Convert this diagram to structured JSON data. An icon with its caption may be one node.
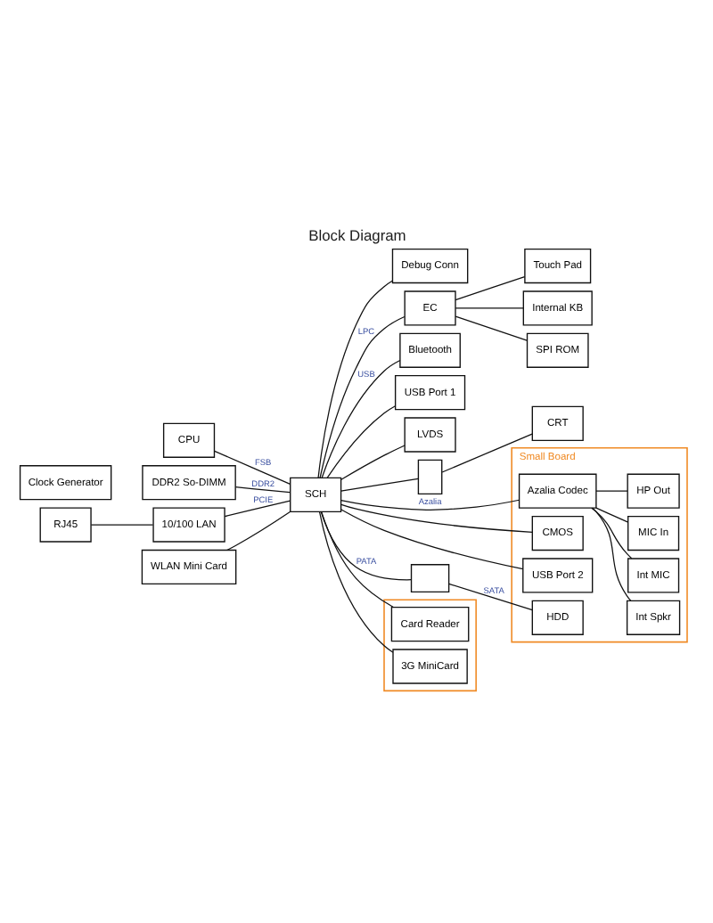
{
  "diagram": {
    "title": "Block Diagram",
    "nodes": [
      {
        "text": [
          "CPU"
        ]
      },
      {
        "text": [
          "Clock Generator"
        ]
      },
      {
        "text": [
          "DDR2 So-DIMM"
        ]
      },
      {
        "text": [
          "SCH"
        ]
      },
      {
        "text": [
          "RJ45"
        ]
      },
      {
        "text": [
          "10/100 LAN"
        ]
      },
      {
        "text": [
          "WLAN Mini Card"
        ]
      },
      {
        "text": [
          "Debug Conn"
        ]
      },
      {
        "text": [
          "EC"
        ]
      },
      {
        "text": [
          "Touch Pad"
        ]
      },
      {
        "text": [
          "Internal KB"
        ]
      },
      {
        "text": [
          "SPI ROM"
        ]
      },
      {
        "text": [
          "Bluetooth"
        ]
      },
      {
        "text": [
          "USB Port 1"
        ]
      },
      {
        "text": [
          "LVDS"
        ]
      },
      {
        "text": [],
        "shape": "box"
      },
      {
        "text": [
          "CRT"
        ]
      },
      {
        "text": [
          "Small Board"
        ]
      },
      {
        "text": [
          "Azalia Codec"
        ],
        "in": 17
      },
      {
        "text": [
          "Int Spkr"
        ],
        "in": 17
      },
      {
        "text": [
          "Int MIC"
        ],
        "in": 17
      },
      {
        "text": [
          "MIC In"
        ],
        "in": 17
      },
      {
        "text": [
          "HP Out"
        ],
        "in": 17
      },
      {
        "text": [],
        "shape": "box"
      },
      {
        "text": [
          "HDD"
        ],
        "in": 17
      },
      {
        "text": [
          "CMOS"
        ],
        "in": 17
      },
      {
        "text": [
          "USB Port 2"
        ],
        "in": 17
      },
      {
        "text": [],
        "shape": "box"
      },
      {
        "text": [
          "Card Reader"
        ],
        "in": 27
      },
      {
        "text": [
          "3G MiniCard"
        ],
        "in": 27
      }
    ],
    "edges": [
      {
        "from": 0,
        "to": 3,
        "arrow": "none",
        "label": "FSB"
      },
      {
        "from": 2,
        "to": 3,
        "arrow": "none",
        "label": "DDR2"
      },
      {
        "from": 4,
        "to": 5,
        "arrow": "none"
      },
      {
        "from": 5,
        "to": 3,
        "arrow": "none",
        "label": "PCIE"
      },
      {
        "from": 6,
        "to": 3,
        "arrow": "none"
      },
      {
        "from": 3,
        "to": 8,
        "arrow": "none",
        "label": "LPC"
      },
      {
        "from": 3,
        "to": 7,
        "arrow": "none"
      },
      {
        "from": 8,
        "to": 9,
        "arrow": "none"
      },
      {
        "from": 8,
        "to": 10,
        "arrow": "none"
      },
      {
        "from": 8,
        "to": 11,
        "arrow": "none"
      },
      {
        "from": 3,
        "to": 12,
        "arrow": "none",
        "label": "USB"
      },
      {
        "from": 3,
        "to": 13,
        "arrow": "none"
      },
      {
        "from": 3,
        "to": 14,
        "arrow": "none"
      },
      {
        "from": 3,
        "to": 15,
        "arrow": "none"
      },
      {
        "from": 15,
        "to": 16,
        "arrow": "none"
      },
      {
        "from": 3,
        "to": 18,
        "arrow": "none",
        "label": "Azalia"
      },
      {
        "from": 18,
        "to": 19,
        "arrow": "none"
      },
      {
        "from": 18,
        "to": 20,
        "arrow": "none"
      },
      {
        "from": 18,
        "to": 21,
        "arrow": "none"
      },
      {
        "from": 18,
        "to": 22,
        "arrow": "none"
      },
      {
        "from": 3,
        "to": 23,
        "arrow": "none",
        "label": "PATA"
      },
      {
        "from": 23,
        "to": 24,
        "arrow": "none",
        "label": "SATA"
      },
      {
        "from": 3,
        "to": 25,
        "arrow": "none"
      },
      {
        "from": 3,
        "to": 26,
        "arrow": "none"
      },
      {
        "from": 3,
        "to": 28,
        "arrow": "none"
      },
      {
        "from": 3,
        "to": 29,
        "arrow": "none"
      }
    ]
  }
}
